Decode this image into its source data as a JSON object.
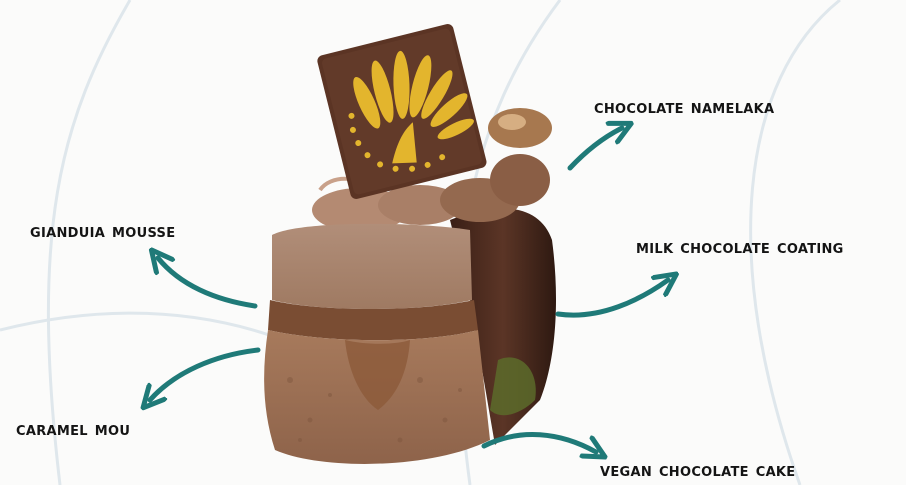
{
  "labels": {
    "chocolate_namelaka": "chocolate namelaka",
    "milk_chocolate_coating": "milk chocolate coating",
    "gianduia_mousse": "gianduia mousse",
    "caramel_mou": "caramel mou",
    "vegan_chocolate_cake": "vegan chocolate cake"
  },
  "colors": {
    "background": "#fbfbfa",
    "decorative_curves": "#dfe7ec",
    "arrow": "#1f7a78",
    "label_text": "#141414",
    "sponge": "#9c6f53",
    "mousse": "#a7826c",
    "namelaka": "#b88c73",
    "coating": "#4a2a20",
    "plaque": "#5b3424",
    "plaque_pattern": "#e3b52d"
  },
  "icons": [
    "arrow-icon"
  ]
}
